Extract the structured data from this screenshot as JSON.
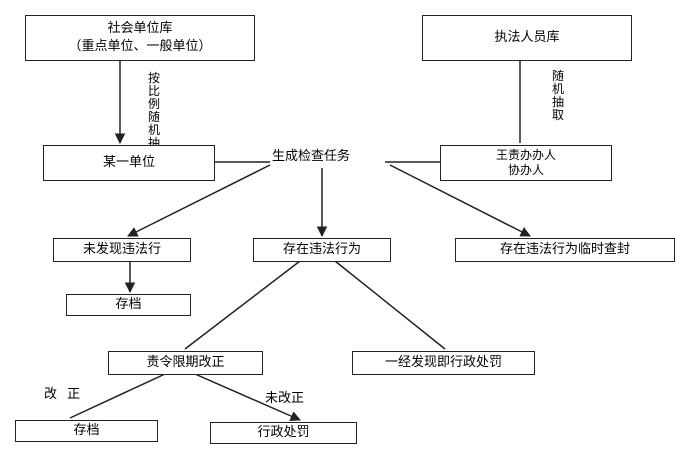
{
  "nodes": {
    "social_unit_db": {
      "line1": "社会单位库",
      "line2": "（重点单位、一般单位）"
    },
    "enforcer_db": {
      "line1": "执法人员库"
    },
    "some_unit": {
      "line1": "某一单位"
    },
    "responsible": {
      "line1": "王责办办人",
      "line2": "协办人"
    },
    "no_violation": {
      "line1": "未发现违法行"
    },
    "violation": {
      "line1": "存在违法行为"
    },
    "temp_seal": {
      "line1": "存在违法行为临时查封"
    },
    "archive1": {
      "line1": "存档"
    },
    "order_correct": {
      "line1": "责令限期改正"
    },
    "immediate_penalty": {
      "line1": "一经发现即行政处罚"
    },
    "archive2": {
      "line1": "存档"
    },
    "admin_penalty": {
      "line1": "行政处罚"
    }
  },
  "labels": {
    "random_ratio": "按比例随机抽取",
    "random_pick": "随机抽取",
    "task": "生成检查任务",
    "corrected": "改 正",
    "not_corrected": "未改正"
  }
}
